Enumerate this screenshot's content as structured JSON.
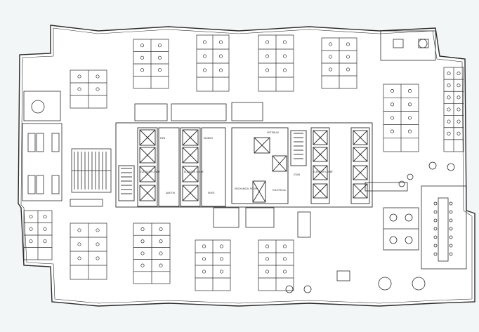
{
  "plan": {
    "background": "#f3f6f7",
    "line_color": "#2b2b2b",
    "labels": {
      "elev_lobby_1": "ELEVATOR LOBBY",
      "elev_lobby_2": "ELEVATOR LOBBY",
      "mech_room": "MECHANICAL ROOM",
      "elev_lobby_3": "ELEVATOR LOBBY",
      "janitor": "JANITOR",
      "stair": "STAIR",
      "electrical": "ELECTRICAL",
      "riser": "RISER",
      "restroom_1": "MEN",
      "restroom_2": "WOMEN",
      "vestibule": "VESTIBULE"
    }
  }
}
